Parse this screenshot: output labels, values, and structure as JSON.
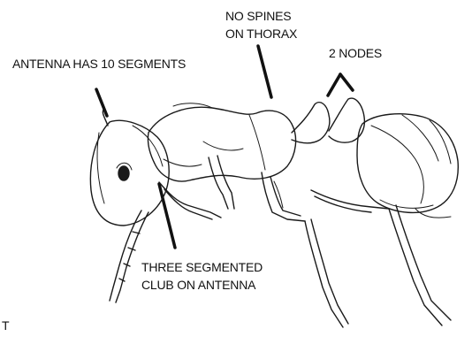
{
  "labels": {
    "antenna_segments": "ANTENNA HAS 10 SEGMENTS",
    "no_spines": "NO SPINES\nON THORAX",
    "two_nodes": "2 NODES",
    "club": "THREE SEGMENTED\nCLUB ON ANTENNA",
    "edge_fragment": "T"
  },
  "colors": {
    "ink": "#1a1a1a",
    "background": "#ffffff"
  }
}
